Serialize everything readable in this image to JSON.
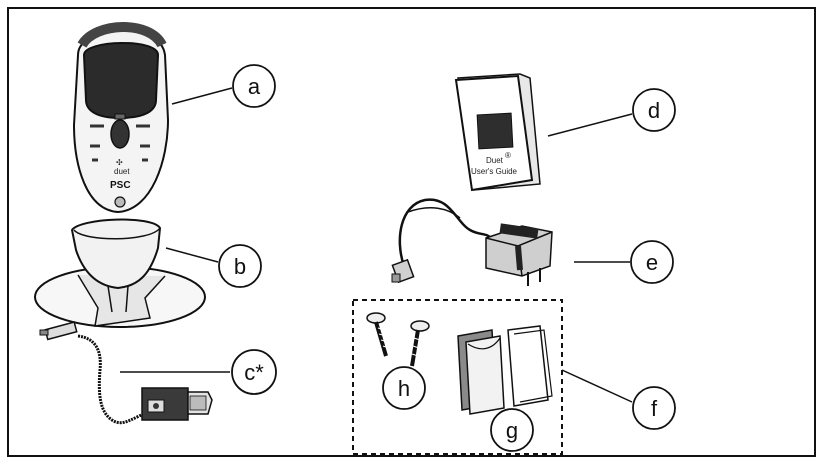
{
  "callouts": {
    "a": "a",
    "b": "b",
    "c": "c*",
    "d": "d",
    "e": "e",
    "f": "f",
    "g": "g",
    "h": "h"
  },
  "scanner": {
    "model_text": "duet",
    "brand_text": "PSC"
  },
  "guide": {
    "title_line1": "Duet",
    "title_sup": "®",
    "title_line2": "User's Guide"
  },
  "colors": {
    "stroke": "#111111",
    "device_gray": "#d9d9d9",
    "dark_window": "#2b2b2b"
  }
}
